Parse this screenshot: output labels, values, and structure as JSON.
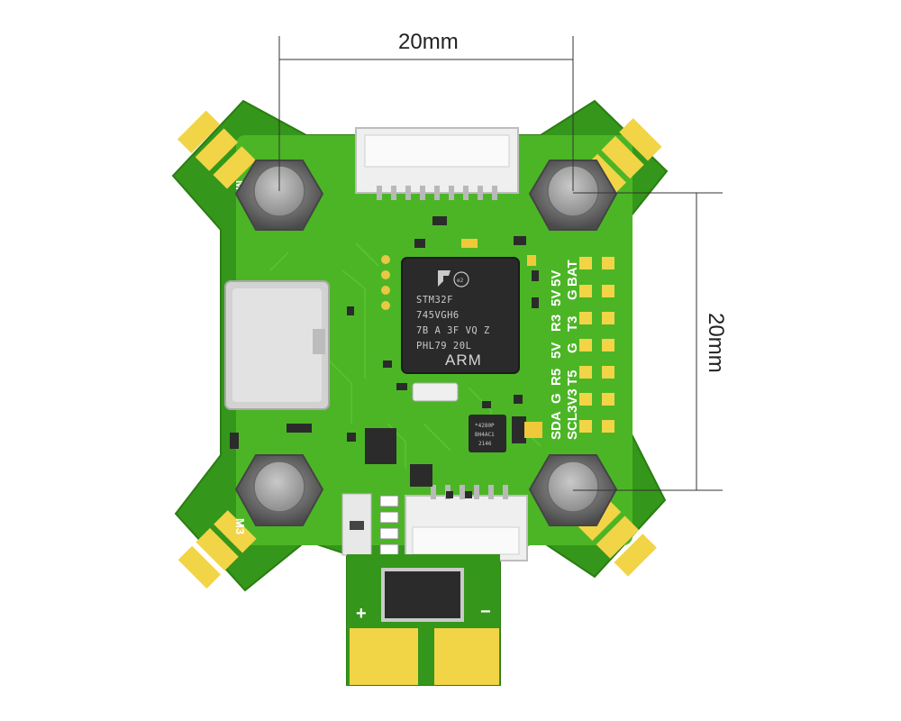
{
  "dimensions": {
    "horizontal_label": "20mm",
    "vertical_label": "20mm"
  },
  "mcu": {
    "line1": "STM32F",
    "line2": "745VGH6",
    "line3": "7B A 3F VQ Z",
    "line4": "PHL79 20L",
    "logo_text": "ARM",
    "badge_text": "e2"
  },
  "gyro": {
    "line1": "*4280P",
    "line2": "BH4AC1",
    "line3": "2146"
  },
  "motor_labels": {
    "top_left": "M4",
    "bottom_left": "M3"
  },
  "pad_rows": [
    {
      "left": "5V",
      "right": "BAT"
    },
    {
      "left": "5V",
      "right": "G"
    },
    {
      "left": "R3",
      "right": "T3"
    },
    {
      "left": "5V",
      "right": "G"
    },
    {
      "left": "R5",
      "right": "T5"
    },
    {
      "left": "G",
      "right": "3V3"
    },
    {
      "left": "SDA",
      "right": "SCL"
    }
  ],
  "power": {
    "plus": "+",
    "minus": "−"
  },
  "colors": {
    "pcb_green": "#3fa81e",
    "pcb_light": "#58c42e",
    "gold": "#f2d447",
    "chip": "#2a2a2a",
    "standoff": "#7a7a7a"
  }
}
